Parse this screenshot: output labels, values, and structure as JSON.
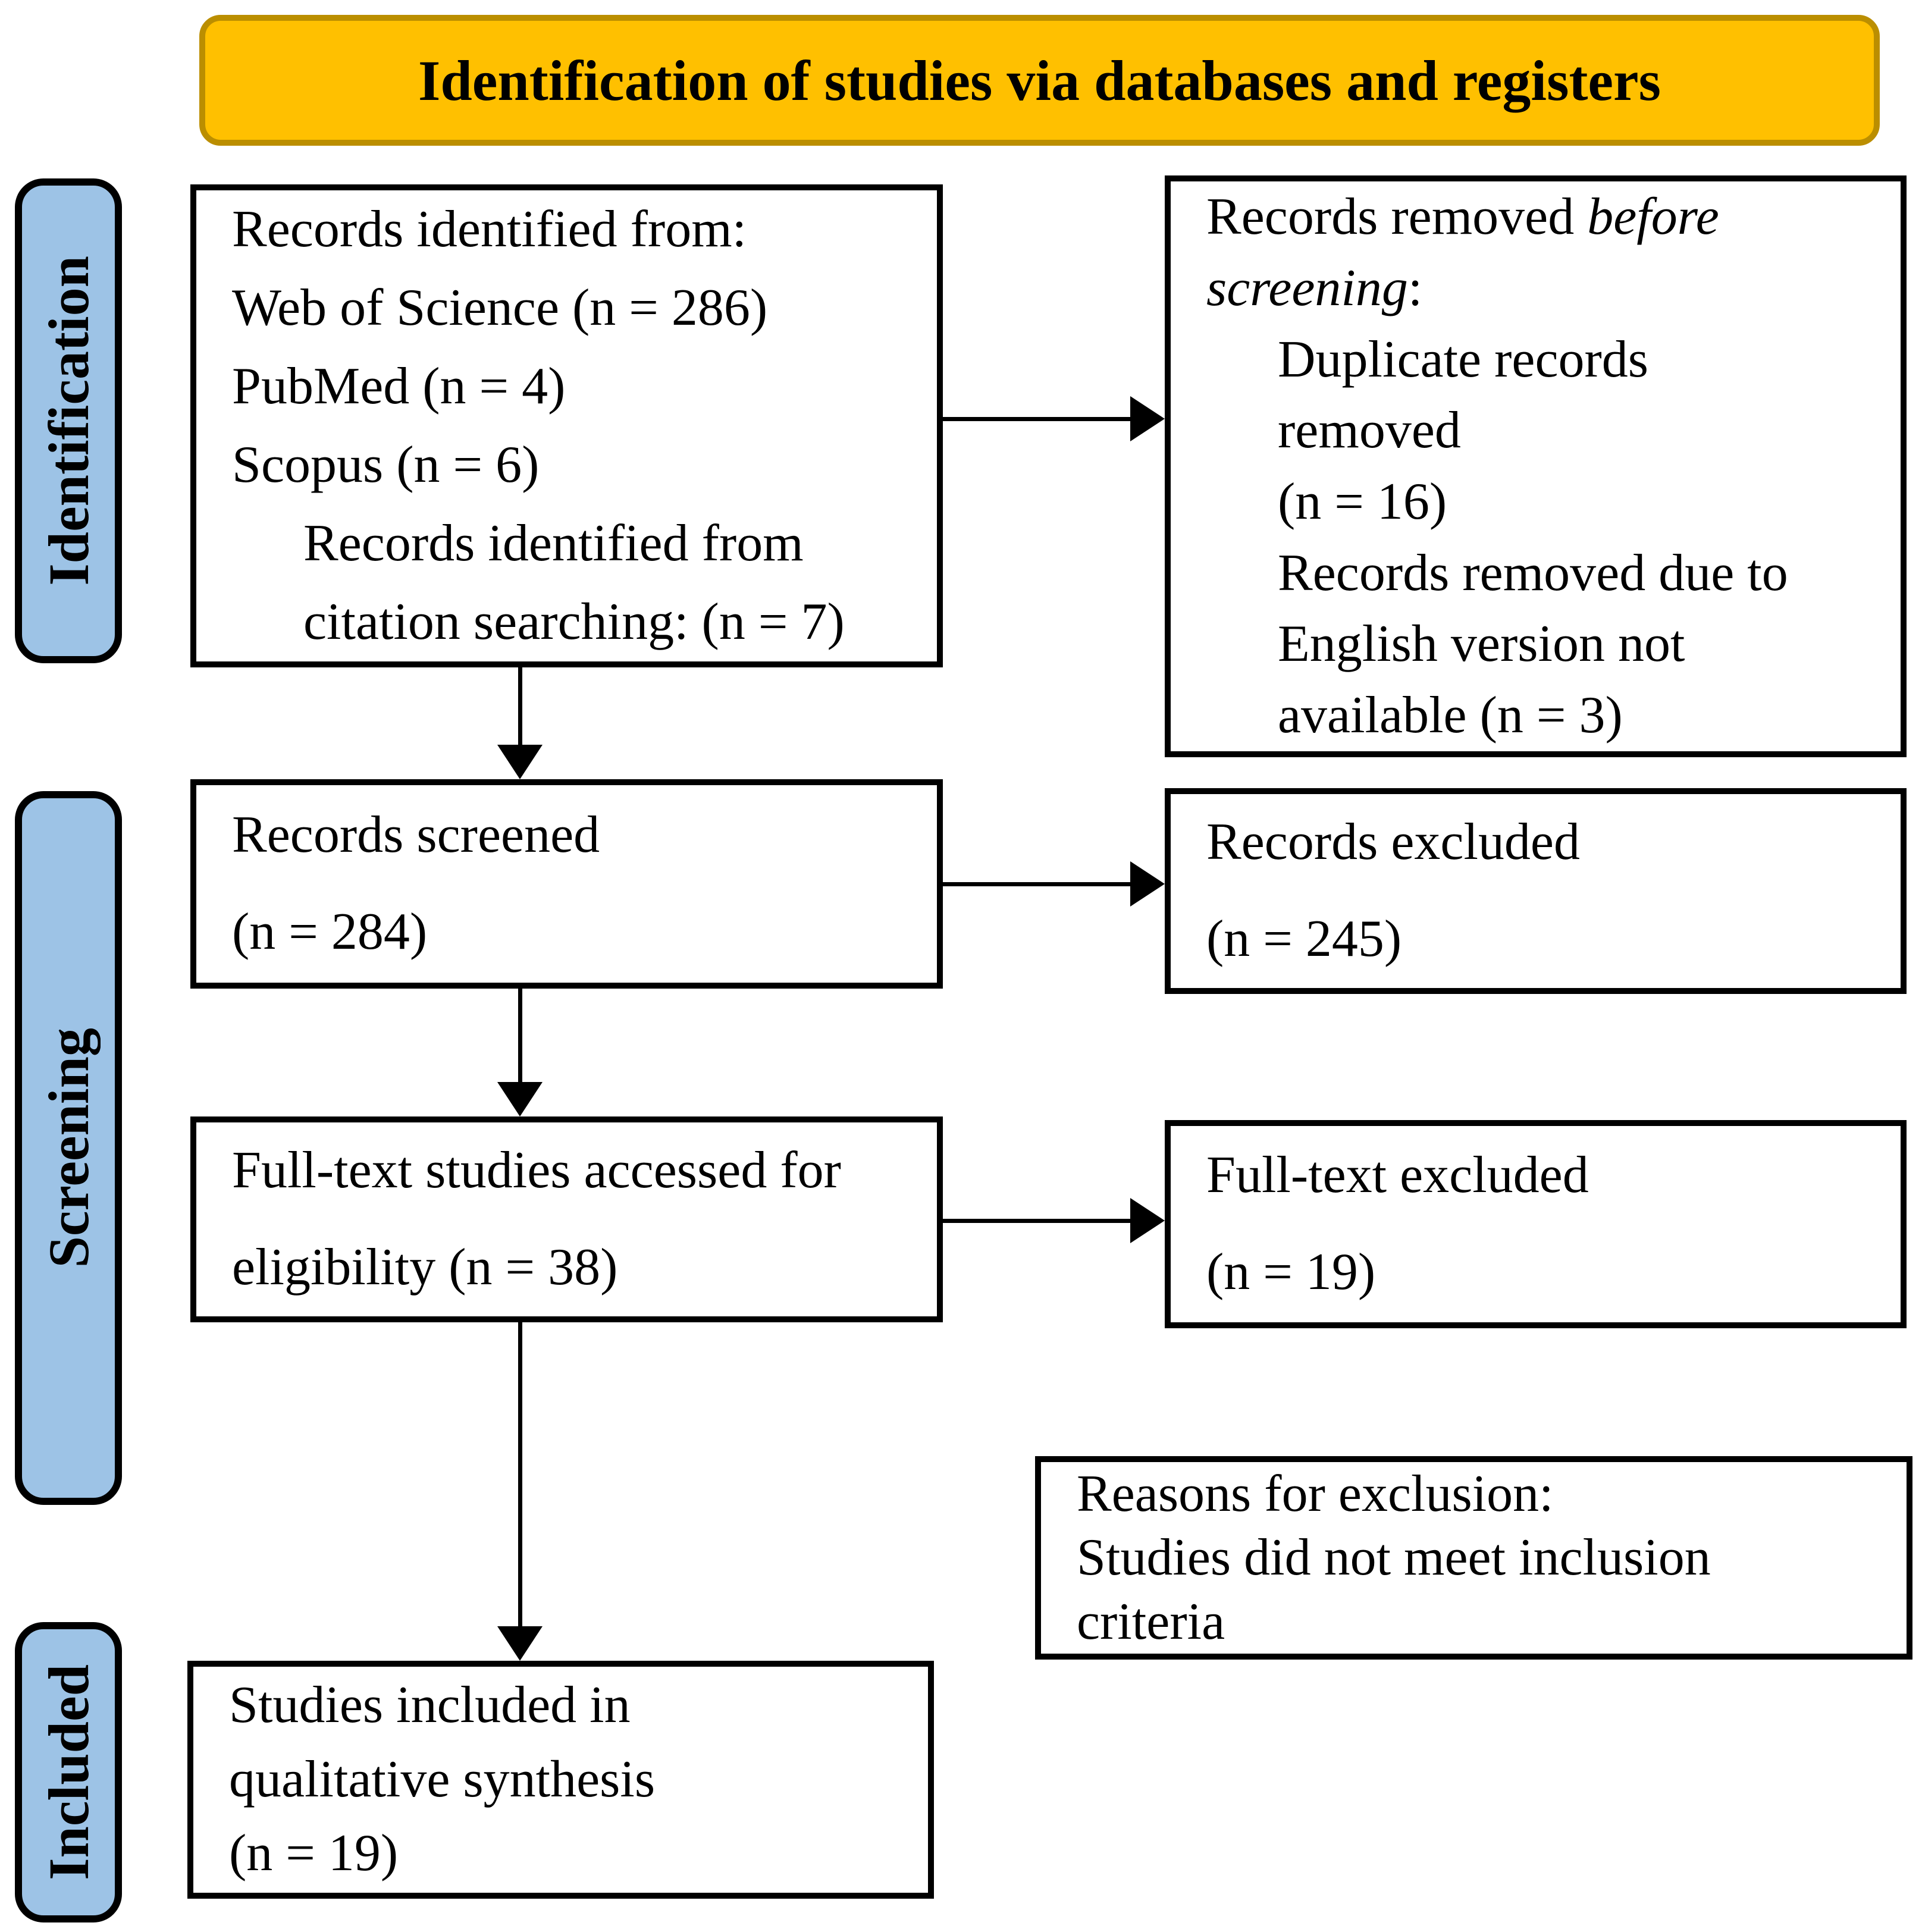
{
  "banner": {
    "label": "Identification of studies via databases and registers"
  },
  "sidebar": {
    "items": [
      {
        "id": "identification",
        "label": "Identification"
      },
      {
        "id": "screening",
        "label": "Screening"
      },
      {
        "id": "included",
        "label": "Included"
      }
    ]
  },
  "boxes": {
    "records_identified": {
      "lines": [
        {
          "indent": 0,
          "segments": [
            {
              "text": "Records identified from:",
              "italic": false
            }
          ]
        },
        {
          "indent": 0,
          "segments": [
            {
              "text": "Web of Science (n = 286)",
              "italic": false
            }
          ]
        },
        {
          "indent": 0,
          "segments": [
            {
              "text": "PubMed (n = 4)",
              "italic": false
            }
          ]
        },
        {
          "indent": 0,
          "segments": [
            {
              "text": "Scopus (n = 6)",
              "italic": false
            }
          ]
        },
        {
          "indent": 1,
          "segments": [
            {
              "text": "Records identified from",
              "italic": false
            }
          ]
        },
        {
          "indent": 1,
          "segments": [
            {
              "text": "citation searching: (n = 7)",
              "italic": false
            }
          ]
        }
      ]
    },
    "records_removed": {
      "lines": [
        {
          "indent": 0,
          "segments": [
            {
              "text": "Records removed ",
              "italic": false
            },
            {
              "text": "before",
              "italic": true
            }
          ]
        },
        {
          "indent": 0,
          "segments": [
            {
              "text": "screening",
              "italic": true
            },
            {
              "text": ":",
              "italic": false
            }
          ]
        },
        {
          "indent": 1,
          "segments": [
            {
              "text": "Duplicate records",
              "italic": false
            }
          ]
        },
        {
          "indent": 1,
          "segments": [
            {
              "text": "removed",
              "italic": false
            }
          ]
        },
        {
          "indent": 1,
          "segments": [
            {
              "text": "(n = 16)",
              "italic": false
            }
          ]
        },
        {
          "indent": 1,
          "segments": [
            {
              "text": "Records removed due to",
              "italic": false
            }
          ]
        },
        {
          "indent": 1,
          "segments": [
            {
              "text": "English version not",
              "italic": false
            }
          ]
        },
        {
          "indent": 1,
          "segments": [
            {
              "text": "available (n = 3)",
              "italic": false
            }
          ]
        }
      ]
    },
    "records_screened": {
      "lines": [
        {
          "indent": 0,
          "segments": [
            {
              "text": "Records screened",
              "italic": false
            }
          ]
        },
        {
          "indent": 0,
          "segments": [
            {
              "text": "(n = 284)",
              "italic": false
            }
          ]
        }
      ]
    },
    "records_excluded": {
      "lines": [
        {
          "indent": 0,
          "segments": [
            {
              "text": "Records excluded",
              "italic": false
            }
          ]
        },
        {
          "indent": 0,
          "segments": [
            {
              "text": "(n = 245)",
              "italic": false
            }
          ]
        }
      ]
    },
    "fulltext_accessed": {
      "lines": [
        {
          "indent": 0,
          "segments": [
            {
              "text": "Full-text studies accessed for",
              "italic": false
            }
          ]
        },
        {
          "indent": 0,
          "segments": [
            {
              "text": "eligibility (n = 38)",
              "italic": false
            }
          ]
        }
      ]
    },
    "fulltext_excluded": {
      "lines": [
        {
          "indent": 0,
          "segments": [
            {
              "text": "Full-text excluded",
              "italic": false
            }
          ]
        },
        {
          "indent": 0,
          "segments": [
            {
              "text": "(n = 19)",
              "italic": false
            }
          ]
        }
      ]
    },
    "reasons_exclusion": {
      "lines": [
        {
          "indent": 0,
          "segments": [
            {
              "text": "Reasons for exclusion:",
              "italic": false
            }
          ]
        },
        {
          "indent": 0,
          "segments": [
            {
              "text": "Studies did not meet inclusion",
              "italic": false
            }
          ]
        },
        {
          "indent": 0,
          "segments": [
            {
              "text": "criteria",
              "italic": false
            }
          ]
        }
      ]
    },
    "studies_included": {
      "lines": [
        {
          "indent": 0,
          "segments": [
            {
              "text": "Studies included in",
              "italic": false
            }
          ]
        },
        {
          "indent": 0,
          "segments": [
            {
              "text": "qualitative synthesis",
              "italic": false
            }
          ]
        },
        {
          "indent": 0,
          "segments": [
            {
              "text": "(n = 19)",
              "italic": false
            }
          ]
        }
      ]
    }
  },
  "colors": {
    "banner_fill": "#FFC000",
    "banner_border": "#BB8E00",
    "pill_fill": "#9DC3E6",
    "pill_border": "#000000",
    "box_fill": "#FFFFFF",
    "box_border": "#000000",
    "arrow": "#000000"
  }
}
